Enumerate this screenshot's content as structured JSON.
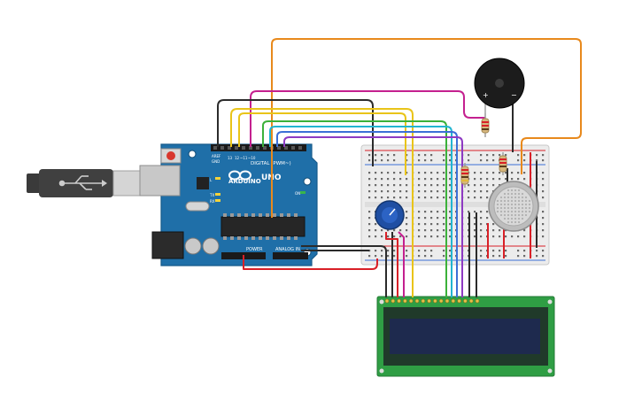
{
  "arduino": {
    "brand": "ARDUINO",
    "model": "UNO",
    "digital_header_label": "DIGITAL (PWM~)",
    "power_header_label": "POWER",
    "analog_header_label": "ANALOG IN",
    "aref_label": "AREF",
    "gnd_label": "GND",
    "pin_13": "13",
    "pin_12": "12",
    "pin_11": "~11",
    "pin_10": "~10",
    "tx_label": "TX",
    "rx_label": "RX",
    "l_label": "L",
    "on_label": "ON"
  },
  "buzzer": {
    "plus_label": "+",
    "minus_label": "−"
  },
  "colors": {
    "wire_black": "#2b2b2b",
    "wire_orange": "#e8891c",
    "wire_magenta": "#c4208f",
    "wire_yellow": "#e9c419",
    "wire_green": "#3cb13a",
    "wire_cyan": "#22b5d1",
    "wire_blue": "#3c6fd6",
    "wire_purple": "#8e3ac2",
    "wire_red": "#d92027",
    "arduino_board": "#1f6fa8",
    "lcd_board": "#2f9e44",
    "lcd_screen": "#1e2a4e"
  }
}
